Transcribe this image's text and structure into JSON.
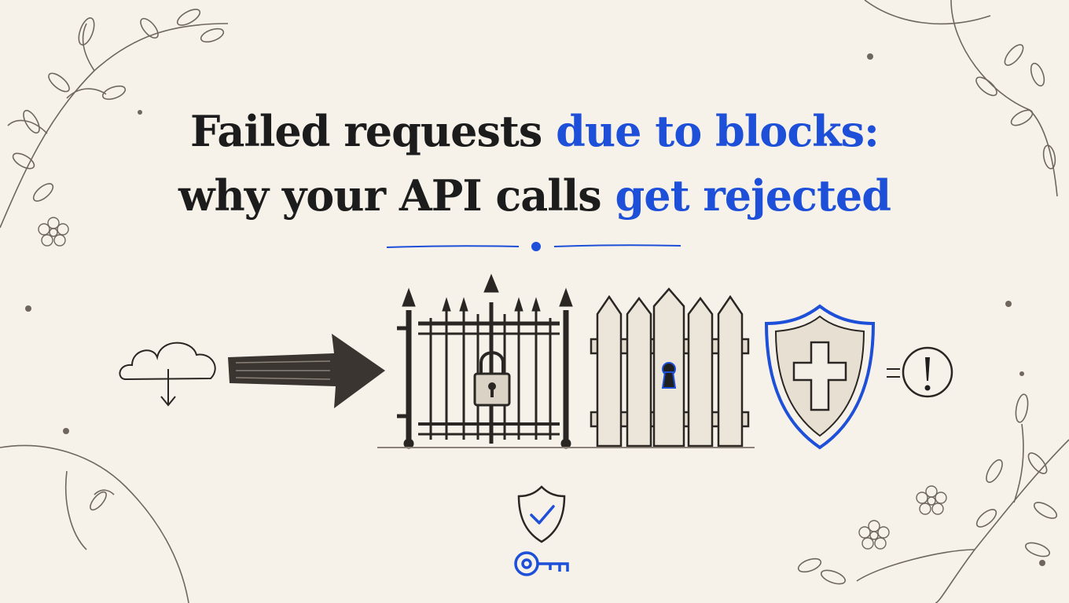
{
  "headline": {
    "line1_plain": "Failed requests",
    "line1_accent": "due to blocks:",
    "line2_plain": "why your API calls",
    "line2_accent": "get rejected"
  },
  "colors": {
    "background": "#f6f2e9",
    "ink": "#1c1c1c",
    "accent": "#1d4fd8",
    "sketch": "#3a3530"
  },
  "icons": [
    "cloud-download-icon",
    "arrow-icon",
    "iron-gate-icon",
    "padlock-icon",
    "picket-fence-icon",
    "keyhole-icon",
    "shield-cross-icon",
    "warning-icon",
    "shield-check-icon",
    "key-icon"
  ]
}
